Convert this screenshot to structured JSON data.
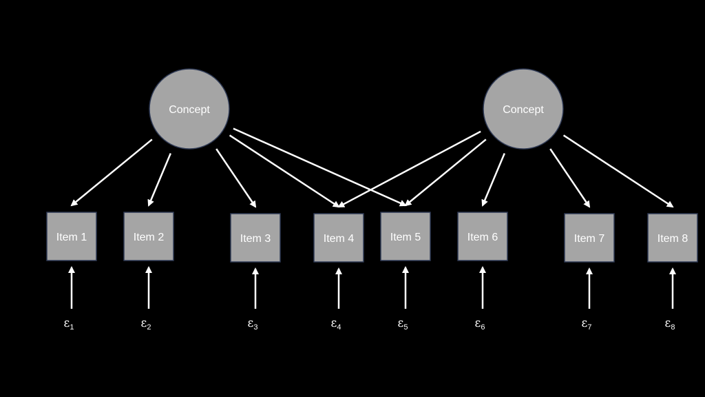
{
  "colors": {
    "background": "#000000",
    "node_fill": "#a5a5a5",
    "node_stroke": "#2f3a55",
    "arrow": "#ffffff",
    "text": "#ffffff"
  },
  "concepts": [
    {
      "label": "Concept"
    },
    {
      "label": "Concept"
    }
  ],
  "items": [
    {
      "label": "Item 1"
    },
    {
      "label": "Item 2"
    },
    {
      "label": "Item 3"
    },
    {
      "label": "Item 4"
    },
    {
      "label": "Item 5"
    },
    {
      "label": "Item 6"
    },
    {
      "label": "Item 7"
    },
    {
      "label": "Item 8"
    }
  ],
  "errors": [
    {
      "symbol": "ε",
      "subscript": "1"
    },
    {
      "symbol": "ε",
      "subscript": "2"
    },
    {
      "symbol": "ε",
      "subscript": "3"
    },
    {
      "symbol": "ε",
      "subscript": "4"
    },
    {
      "symbol": "ε",
      "subscript": "5"
    },
    {
      "symbol": "ε",
      "subscript": "6"
    },
    {
      "symbol": "ε",
      "subscript": "7"
    },
    {
      "symbol": "ε",
      "subscript": "8"
    }
  ],
  "loadings": [
    {
      "from": 0,
      "to": 0
    },
    {
      "from": 0,
      "to": 1
    },
    {
      "from": 0,
      "to": 2
    },
    {
      "from": 0,
      "to": 3
    },
    {
      "from": 0,
      "to": 4
    },
    {
      "from": 1,
      "to": 3
    },
    {
      "from": 1,
      "to": 4
    },
    {
      "from": 1,
      "to": 5
    },
    {
      "from": 1,
      "to": 6
    },
    {
      "from": 1,
      "to": 7
    }
  ]
}
